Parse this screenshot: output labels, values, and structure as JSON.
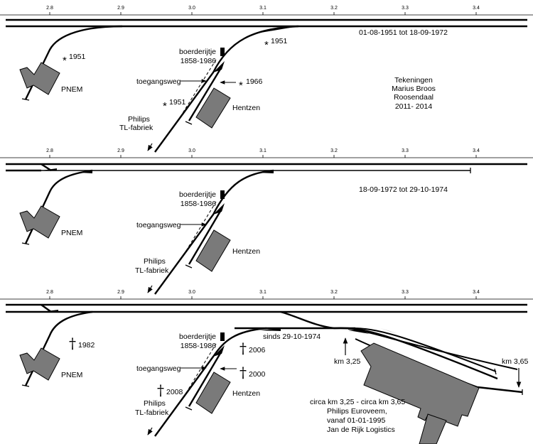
{
  "km_ticks": [
    "2.8",
    "2.9",
    "3.0",
    "3.1",
    "3.2",
    "3.3",
    "3.4"
  ],
  "common": {
    "boerderij": [
      "boerderijtje",
      "1858-1986"
    ],
    "toegang": "toegangsweg",
    "philips": [
      "Philips",
      "TL-fabriek"
    ],
    "pnem": "PNEM",
    "hentzen": "Hentzen"
  },
  "panel1": {
    "period": "01-08-1951 tot 18-09-1972",
    "mark_pnem": "1951",
    "mark_spur": "1951",
    "mark_tl": "1951",
    "mark_access": "1966",
    "credits": [
      "Tekeningen",
      "Marius Broos",
      "Roosendaal",
      "2011- 2014"
    ]
  },
  "panel2": {
    "period": "18-09-1972 tot 29-10-1974"
  },
  "panel3": {
    "since": "sinds 29-10-1974",
    "dead_pnem": "1982",
    "dead_spur": "2006",
    "dead_access": "2000",
    "dead_tl": "2008",
    "km325": "km 3,25",
    "km365": "km 3,65",
    "euroveem": [
      "circa km 3,25 - circa km 3,65",
      "Philips Euroveem,",
      "vanaf 01-01-1995",
      "Jan de Rijk Logistics"
    ]
  },
  "symbols": {
    "star": "*",
    "cross": "†"
  }
}
